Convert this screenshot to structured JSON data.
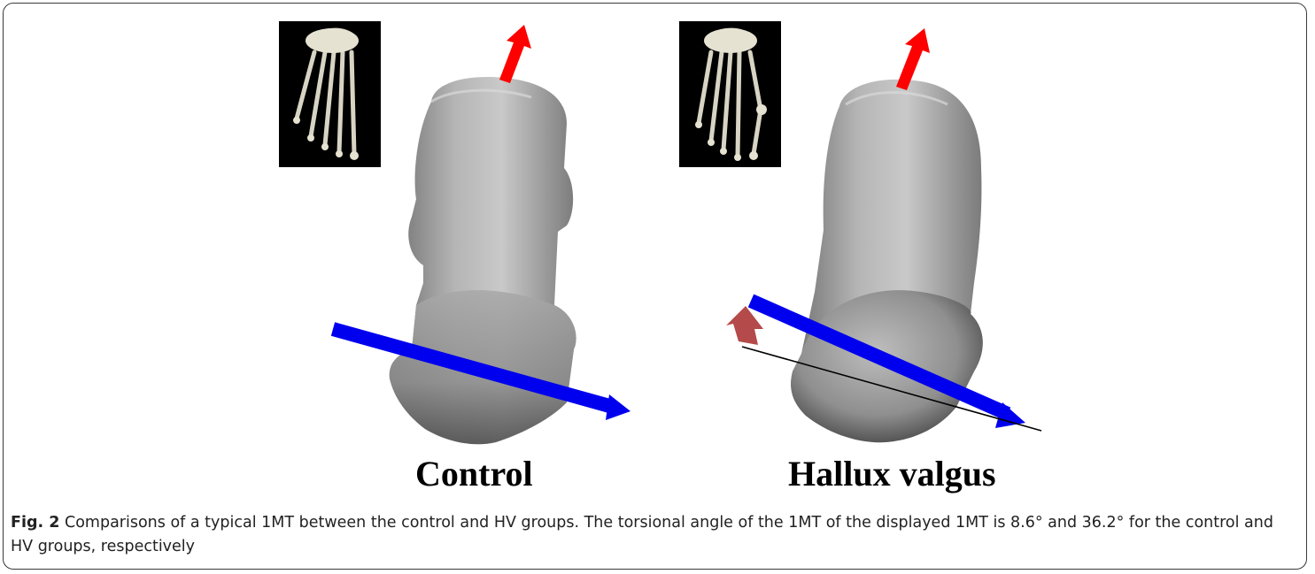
{
  "figure": {
    "panels": [
      {
        "label": "Control"
      },
      {
        "label": "Hallux valgus"
      }
    ],
    "caption": {
      "number": "Fig. 2",
      "text": "Comparisons of a typical 1MT between the control and HV groups. The torsional angle of the 1MT of the displayed 1MT is 8.6° and 36.2° for the control and HV groups, respectively"
    },
    "colors": {
      "axis_red": "#ff0000",
      "axis_blue": "#0000ee",
      "rotation_arrow": "#b44a4a",
      "bone_gray": "#9a9a9a"
    }
  }
}
